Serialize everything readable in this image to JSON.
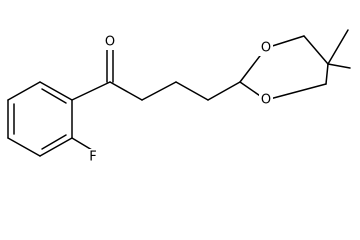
{
  "molecule": {
    "atoms": {
      "carbonyl_oxygen": "O",
      "ring_oxygen_top": "O",
      "ring_oxygen_bottom": "O",
      "fluorine": "F"
    }
  }
}
